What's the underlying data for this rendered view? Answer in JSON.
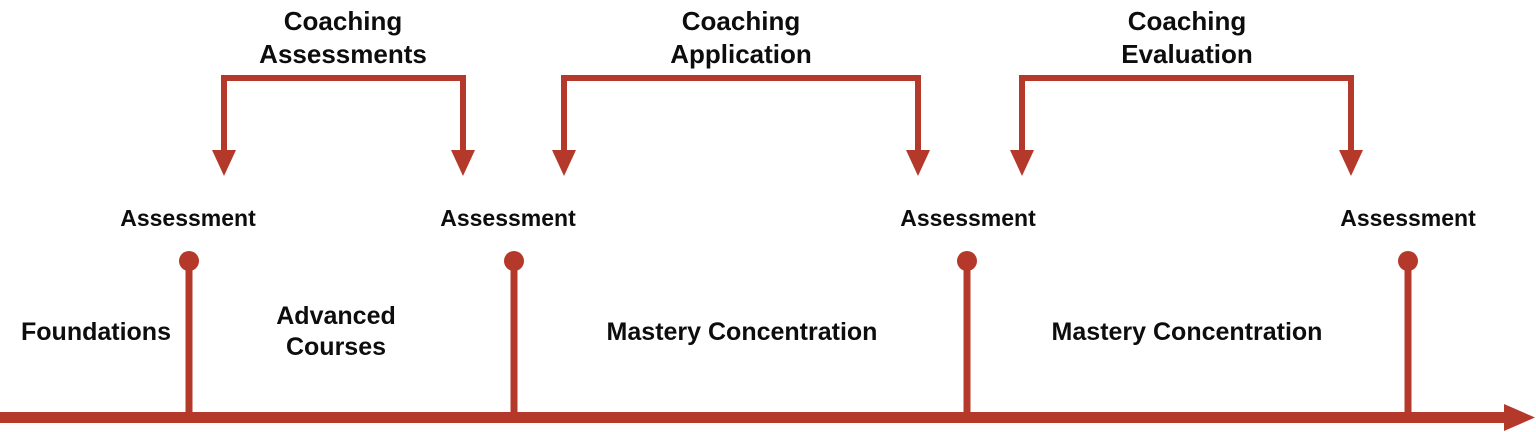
{
  "colors": {
    "accent_red": "#B4392A",
    "text": "#0D0D0D",
    "background": "#FFFFFF"
  },
  "brackets": [
    {
      "label": "Coaching\nAssessments"
    },
    {
      "label": "Coaching\nApplication"
    },
    {
      "label": "Coaching\nEvaluation"
    }
  ],
  "milestones": [
    {
      "label": "Assessment"
    },
    {
      "label": "Assessment"
    },
    {
      "label": "Assessment"
    },
    {
      "label": "Assessment"
    }
  ],
  "phases": [
    {
      "label": "Foundations"
    },
    {
      "label": "Advanced\nCourses"
    },
    {
      "label": "Mastery Concentration"
    },
    {
      "label": "Mastery Concentration"
    }
  ]
}
